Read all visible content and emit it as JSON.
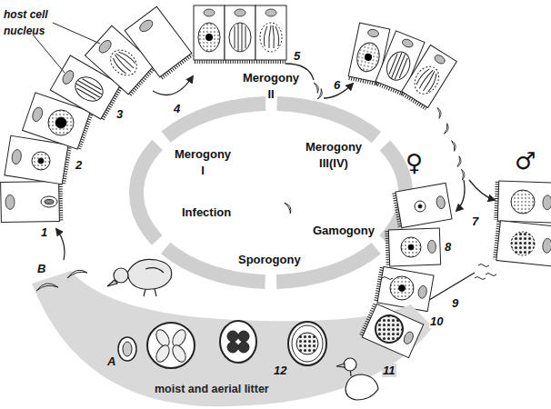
{
  "diagram": {
    "nodes": [
      {
        "text": [
          "moist and aerial litter"
        ]
      }
    ],
    "labels": [
      "host cell nucleus",
      "1",
      "2",
      "3",
      "4",
      "5",
      "6",
      "7",
      "8",
      "9",
      "10",
      "11",
      "12",
      "A",
      "B",
      "Merogony I",
      "Merogony II",
      "Merogony III(IV)",
      "Infection",
      "Gamogony",
      "Sporogony",
      "♀",
      "♂"
    ]
  }
}
